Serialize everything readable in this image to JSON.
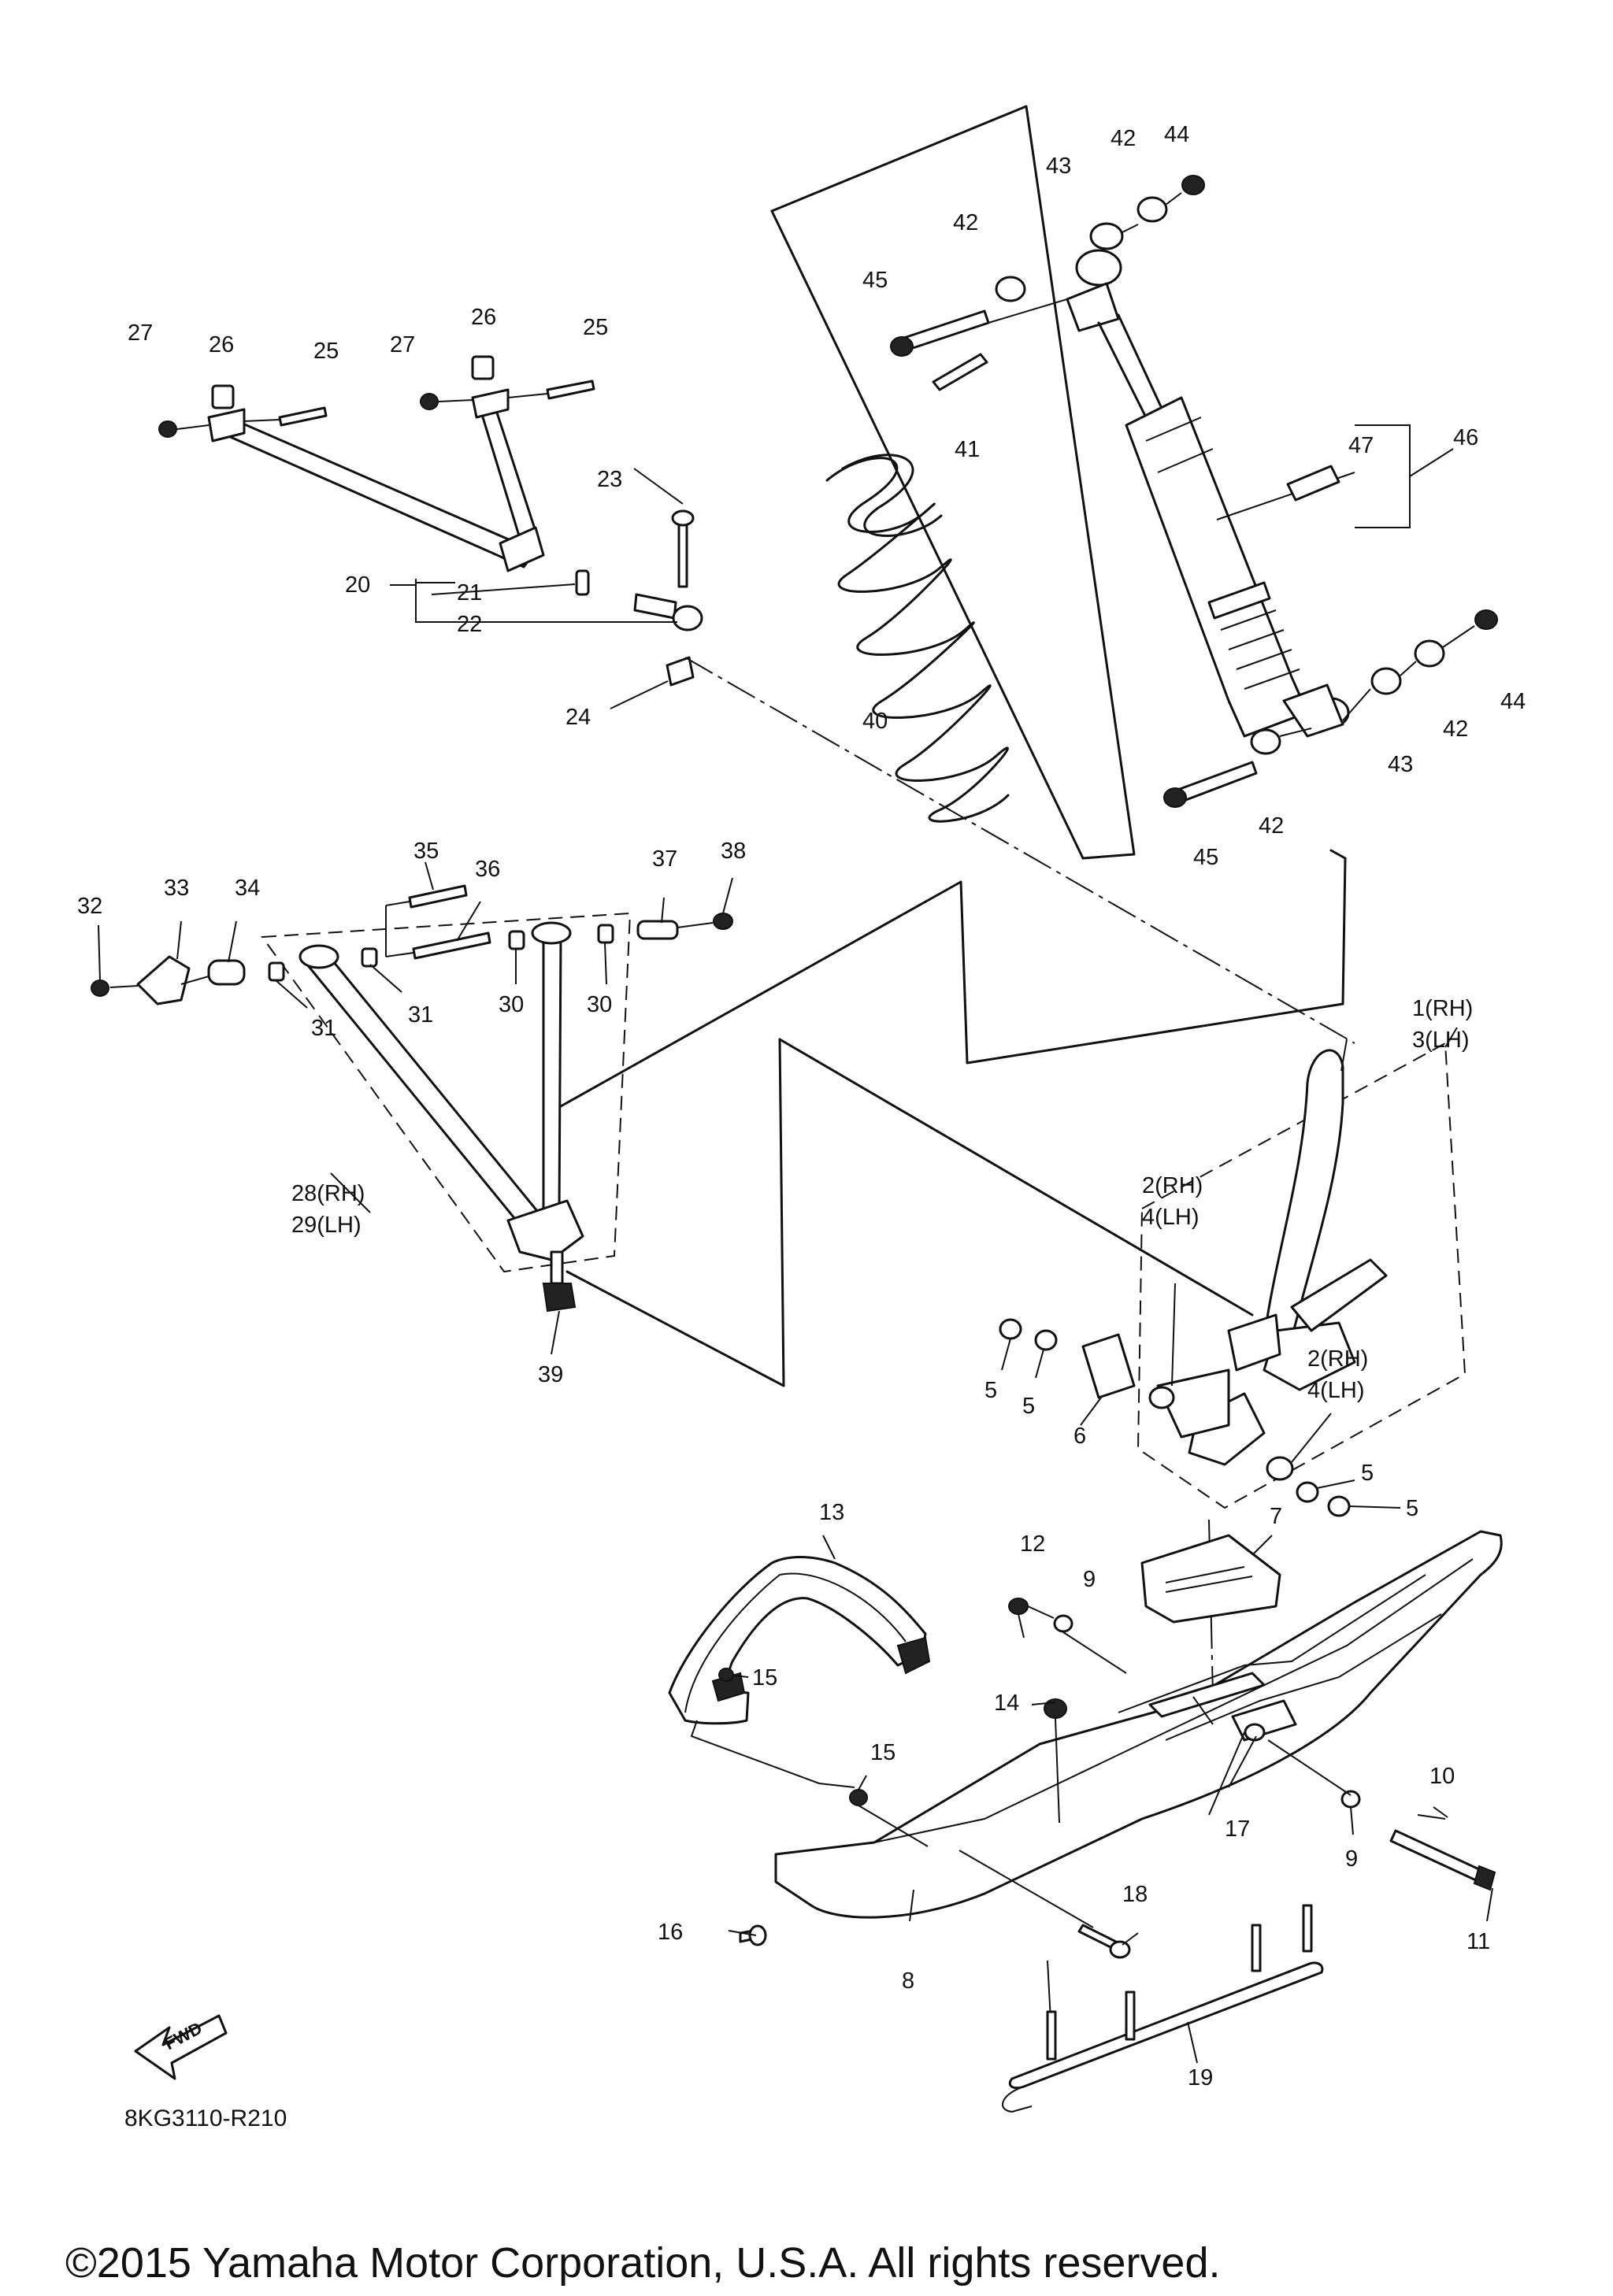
{
  "labels": [
    {
      "id": "l1",
      "text": "1(RH)"
    },
    {
      "id": "l3",
      "text": "3(LH)"
    },
    {
      "id": "l2a",
      "text": "2(RH)"
    },
    {
      "id": "l4a",
      "text": "4(LH)"
    },
    {
      "id": "l2b",
      "text": "2(RH)"
    },
    {
      "id": "l4b",
      "text": "4(LH)"
    },
    {
      "id": "l5a",
      "text": "5"
    },
    {
      "id": "l5b",
      "text": "5"
    },
    {
      "id": "l5c",
      "text": "5"
    },
    {
      "id": "l5d",
      "text": "5"
    },
    {
      "id": "l6",
      "text": "6"
    },
    {
      "id": "l7",
      "text": "7"
    },
    {
      "id": "l8",
      "text": "8"
    },
    {
      "id": "l9a",
      "text": "9"
    },
    {
      "id": "l9b",
      "text": "9"
    },
    {
      "id": "l10",
      "text": "10"
    },
    {
      "id": "l11",
      "text": "11"
    },
    {
      "id": "l12",
      "text": "12"
    },
    {
      "id": "l13",
      "text": "13"
    },
    {
      "id": "l14",
      "text": "14"
    },
    {
      "id": "l15a",
      "text": "15"
    },
    {
      "id": "l15b",
      "text": "15"
    },
    {
      "id": "l16",
      "text": "16"
    },
    {
      "id": "l17",
      "text": "17"
    },
    {
      "id": "l18",
      "text": "18"
    },
    {
      "id": "l19",
      "text": "19"
    },
    {
      "id": "l20",
      "text": "20"
    },
    {
      "id": "l21",
      "text": "21"
    },
    {
      "id": "l22",
      "text": "22"
    },
    {
      "id": "l23",
      "text": "23"
    },
    {
      "id": "l24",
      "text": "24"
    },
    {
      "id": "l25a",
      "text": "25"
    },
    {
      "id": "l25b",
      "text": "25"
    },
    {
      "id": "l26a",
      "text": "26"
    },
    {
      "id": "l26b",
      "text": "26"
    },
    {
      "id": "l27a",
      "text": "27"
    },
    {
      "id": "l27b",
      "text": "27"
    },
    {
      "id": "l28",
      "text": "28(RH)"
    },
    {
      "id": "l29",
      "text": "29(LH)"
    },
    {
      "id": "l30a",
      "text": "30"
    },
    {
      "id": "l30b",
      "text": "30"
    },
    {
      "id": "l31a",
      "text": "31"
    },
    {
      "id": "l31b",
      "text": "31"
    },
    {
      "id": "l32",
      "text": "32"
    },
    {
      "id": "l33",
      "text": "33"
    },
    {
      "id": "l34",
      "text": "34"
    },
    {
      "id": "l35",
      "text": "35"
    },
    {
      "id": "l36",
      "text": "36"
    },
    {
      "id": "l37",
      "text": "37"
    },
    {
      "id": "l38",
      "text": "38"
    },
    {
      "id": "l39",
      "text": "39"
    },
    {
      "id": "l40",
      "text": "40"
    },
    {
      "id": "l41",
      "text": "41"
    },
    {
      "id": "l42a",
      "text": "42"
    },
    {
      "id": "l42b",
      "text": "42"
    },
    {
      "id": "l42c",
      "text": "42"
    },
    {
      "id": "l42d",
      "text": "42"
    },
    {
      "id": "l43a",
      "text": "43"
    },
    {
      "id": "l43b",
      "text": "43"
    },
    {
      "id": "l44a",
      "text": "44"
    },
    {
      "id": "l44b",
      "text": "44"
    },
    {
      "id": "l45a",
      "text": "45"
    },
    {
      "id": "l45b",
      "text": "45"
    },
    {
      "id": "l46",
      "text": "46"
    },
    {
      "id": "l47",
      "text": "47"
    }
  ],
  "fwd_arrow": "FWD",
  "diagram_code": "8KG3110-R210",
  "copyright": "©2015 Yamaha Motor Corporation, U.S.A. All rights reserved."
}
